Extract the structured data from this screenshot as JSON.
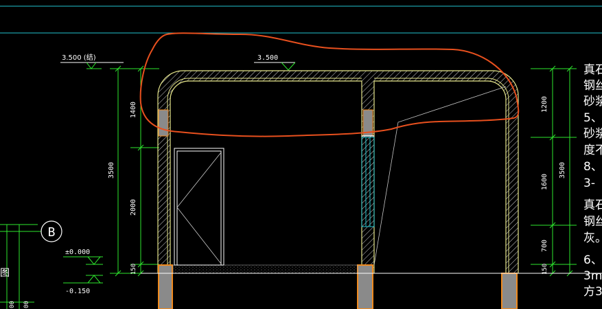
{
  "colors": {
    "background": "#000000",
    "wall_outline": "#e6e68a",
    "hatch": "#d8d8d8",
    "dimension": "#2ee82e",
    "cyan_line": "#22c4d0",
    "markup": "#e8501e",
    "column_fill": "#8a8a8a",
    "column_outline": "#f08a1e",
    "text": "#ffffff"
  },
  "elevations": {
    "top_left_label": "3.500 (结)",
    "top_center_label": "3.500",
    "ground_label": "±0.000",
    "below_ground_label": "-0.150"
  },
  "dims_left": {
    "overall": "3500",
    "upper": "1400",
    "middle": "2000",
    "base": "150"
  },
  "dims_right": {
    "overall": "3500",
    "upper": "1200",
    "middle": "1600",
    "lower": "700",
    "base": "150"
  },
  "grid_axis": {
    "label": "B"
  },
  "left_edge_fragments": {
    "glyph": "图",
    "num_a": "00",
    "num_b": "00"
  },
  "notes_right": [
    "真石",
    "钢丝",
    "砂浆",
    "5、",
    "砂浆",
    "度不",
    "8、",
    "3-",
    "真石",
    "钢丝",
    "灰。",
    "6、",
    "3m",
    "方3"
  ]
}
